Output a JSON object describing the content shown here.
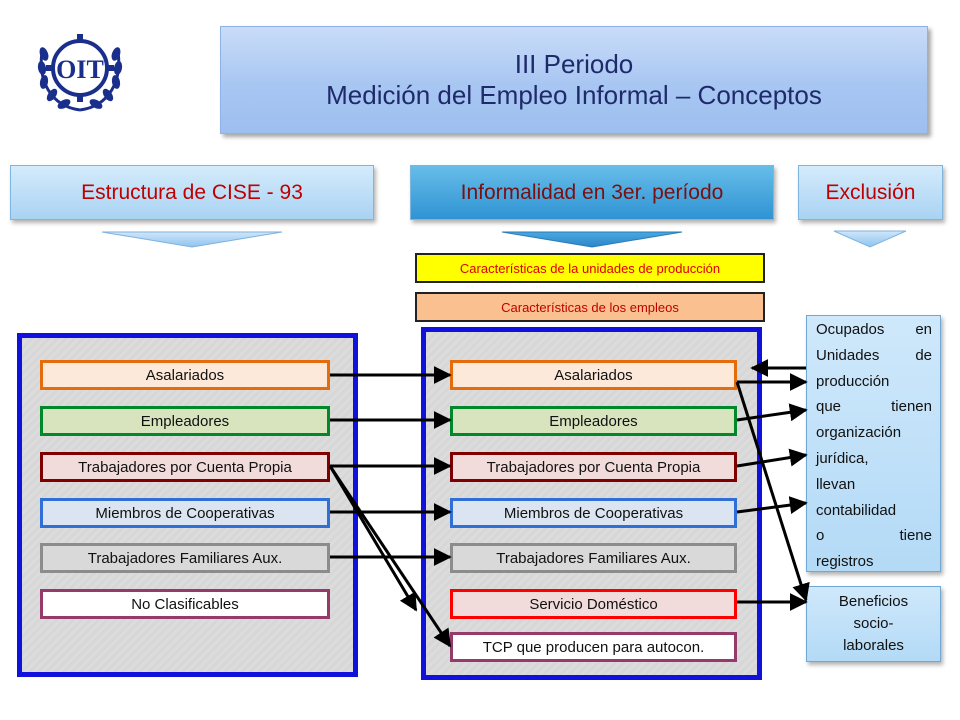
{
  "title": {
    "line1": "III Periodo",
    "line2": "Medición del Empleo Informal – Conceptos"
  },
  "logo": {
    "text": "OIT"
  },
  "headers": {
    "left": "Estructura de CISE - 93",
    "center": "Informalidad en 3er. período",
    "right": "Exclusión"
  },
  "characteristics": {
    "units": "Características de la unidades de producción",
    "jobs": "Características de los empleos"
  },
  "left_list": [
    {
      "label": "Asalariados",
      "bg": "#fde9d9",
      "border": "#e46c0a"
    },
    {
      "label": "Empleadores",
      "bg": "#d7e4bd",
      "border": "#00882b"
    },
    {
      "label": "Trabajadores por Cuenta Propia",
      "bg": "#f2dcdb",
      "border": "#7f0000"
    },
    {
      "label": "Miembros de Cooperativas",
      "bg": "#dbe5f1",
      "border": "#2f6fd6"
    },
    {
      "label": "Trabajadores Familiares Aux.",
      "bg": "#d9d9d9",
      "border": "#8c8c8c"
    },
    {
      "label": "No Clasificables",
      "bg": "#ffffff",
      "border": "#953a6b"
    }
  ],
  "center_list": [
    {
      "label": "Asalariados",
      "bg": "#fde9d9",
      "border": "#e46c0a"
    },
    {
      "label": "Empleadores",
      "bg": "#d7e4bd",
      "border": "#00882b"
    },
    {
      "label": "Trabajadores por Cuenta Propia",
      "bg": "#f2dcdb",
      "border": "#7f0000"
    },
    {
      "label": "Miembros de Cooperativas",
      "bg": "#dbe5f1",
      "border": "#2f6fd6"
    },
    {
      "label": "Trabajadores Familiares Aux.",
      "bg": "#d9d9d9",
      "border": "#8c8c8c"
    },
    {
      "label": "Servicio Doméstico",
      "bg": "#f2dcdb",
      "border": "#ff0000"
    },
    {
      "label": "TCP que producen para autocon.",
      "bg": "#ffffff",
      "border": "#953a6b"
    }
  ],
  "exclusion": {
    "box1": [
      [
        "Ocupados",
        "en"
      ],
      [
        "Unidades",
        "de"
      ],
      [
        "producción"
      ],
      [
        "que",
        "tienen"
      ],
      [
        "organización"
      ],
      [
        "jurídica,"
      ],
      [
        "llevan"
      ],
      [
        "contabilidad"
      ],
      [
        "o",
        "tiene"
      ],
      [
        "registros"
      ]
    ],
    "box2": [
      "Beneficios",
      "socio-",
      "laborales"
    ]
  },
  "colors": {
    "title_text": "#1f2a6b",
    "header_text": "#c00000",
    "frame_border": "#1111dd",
    "arrow": "#000000"
  }
}
